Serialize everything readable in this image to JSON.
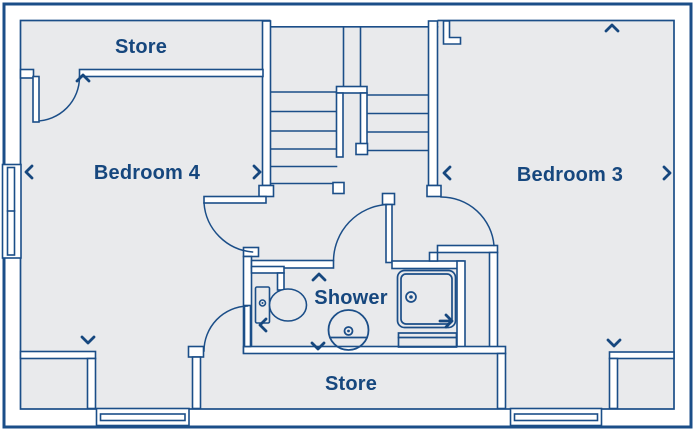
{
  "floorplan": {
    "rooms": {
      "store_top": {
        "label": "Store"
      },
      "bedroom4": {
        "label": "Bedroom 4"
      },
      "bedroom3": {
        "label": "Bedroom 3"
      },
      "shower": {
        "label": "Shower"
      },
      "store_bottom": {
        "label": "Store"
      }
    },
    "fixtures": [
      "staircase",
      "toilet",
      "wash-basin",
      "shower-tray",
      "shower-step"
    ],
    "dimension_arrows": {
      "bedroom4": [
        "left",
        "right"
      ],
      "bedroom3": [
        "up",
        "left",
        "right"
      ],
      "shower": [
        "up",
        "down",
        "left",
        "right"
      ],
      "closet_left": [
        "down"
      ],
      "closet_right": [
        "down"
      ],
      "store_top_door": [
        "up"
      ]
    },
    "window_count": 3,
    "colors": {
      "wall_line": "#1B4E88",
      "label_text": "#16477E",
      "floor_fill": "#E9EAEC",
      "wall_fill": "#FFFFFF",
      "background": "#FFFFFF"
    }
  }
}
